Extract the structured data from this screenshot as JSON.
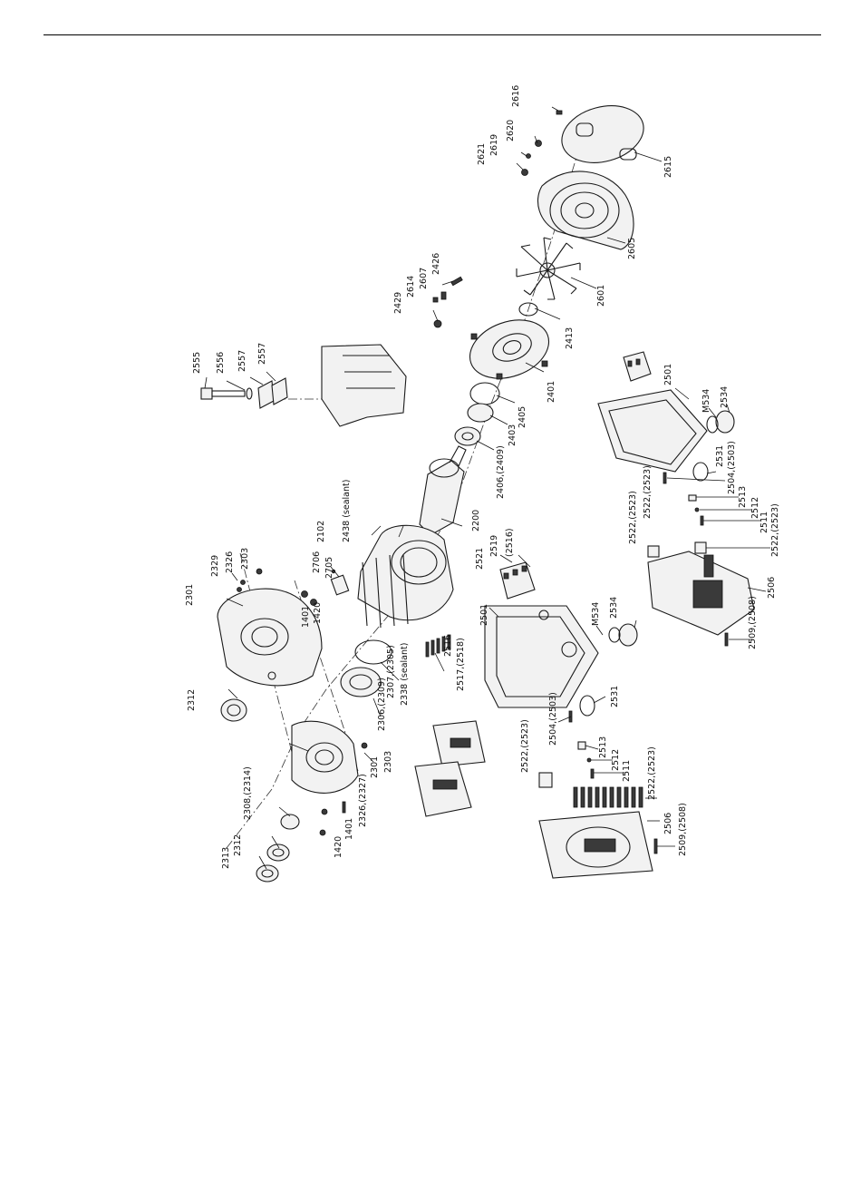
{
  "labels": {
    "l2616": "2616",
    "l2620": "2620",
    "l2619": "2619",
    "l2621": "2621",
    "l2615": "2615",
    "l2605": "2605",
    "l2601": "2601",
    "l2413": "2413",
    "l2426": "2426",
    "l2607": "2607",
    "l2614": "2614",
    "l2429": "2429",
    "l2401": "2401",
    "l2405": "2405",
    "l2403": "2403",
    "l2406": "2406,(2409)",
    "l2200": "2200",
    "l2555": "2555",
    "l2556": "2556",
    "l2557a": "2557",
    "l2557b": "2557",
    "l2501r": "2501",
    "l2534r": "2534",
    "lM534r": "M534",
    "l2531r": "2531",
    "l2504r": "2504,(2503)",
    "l2513r": "2513",
    "l2512r": "2512",
    "l2511r": "2511",
    "l2522r": "2522,(2523)",
    "l2522ra": "2522,(2523)",
    "l2522rb": "2522,(2523)",
    "l2506r": "2506",
    "l2509r": "2509,(2508)",
    "l2102": "2102",
    "l2438": "2438 (sealant)",
    "l2706": "2706",
    "l2705": "2705",
    "l2301": "2301",
    "l2329": "2329",
    "l2326": "2326",
    "l2303": "2303",
    "l1420": "1420",
    "l1401": "1401",
    "l2307": "2307,(2305)",
    "l2338": "2338 (sealant)",
    "l2516": "2516",
    "l2517": "2517,(2518)",
    "l2306": "2306,(2309)",
    "l2312": "2312",
    "l2521": "2521",
    "l2519": "2519",
    "l2516b": "(2516)",
    "l2501c": "2501",
    "lM534c": "M534",
    "l2534c": "2534",
    "l2531c": "2531",
    "l2504c": "2504,(2503)",
    "l2513c": "2513",
    "l2512c": "2512",
    "l2511c": "2511",
    "l2522c": "2522,(2523)",
    "l2522c2": "2522,(2523)",
    "l2506c": "2506",
    "l2509c": "2509,(2508)",
    "l2301b": "2301",
    "l2303b": "2303",
    "l2308": "2308,(2314)",
    "l2326b": "2326,(2327)",
    "l1401b": "1401",
    "l1420b": "1420",
    "l2313": "2313",
    "l2312b": "2312"
  }
}
